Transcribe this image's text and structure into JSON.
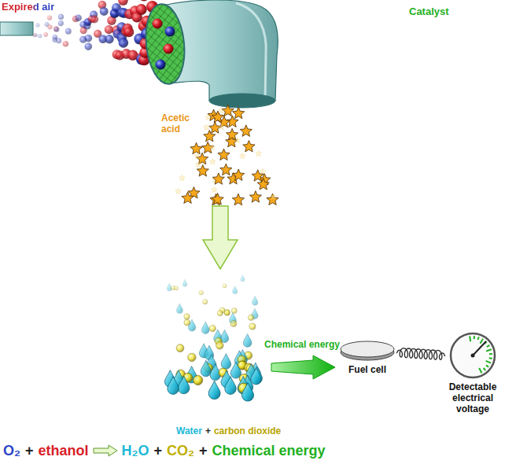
{
  "diagram": {
    "nodes": [
      {
        "text": [
          "Fuel cell"
        ]
      },
      {
        "text": [
          "Detectable electrical voltage"
        ]
      }
    ],
    "edges": [
      {
        "from": 0,
        "to": 1,
        "arrow": "none"
      }
    ],
    "labels": [
      "Expired air",
      "Catalyst",
      "Acetic acid",
      "Water",
      "+",
      "carbon dioxide",
      "Chemical energy",
      "O₂",
      "+",
      "ethanol",
      "H₂O",
      "+",
      "CO₂",
      "+",
      "Chemical energy"
    ]
  }
}
